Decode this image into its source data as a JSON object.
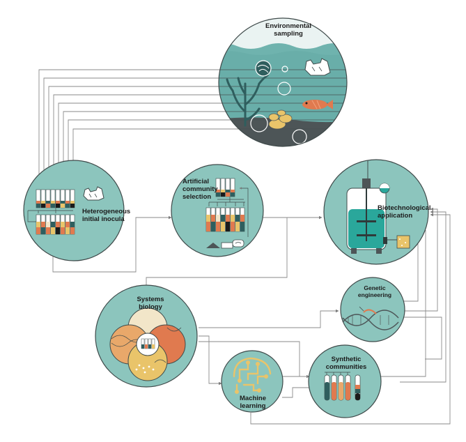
{
  "nodes": {
    "environmental_sampling": {
      "label": [
        "Environmental",
        "sampling"
      ]
    },
    "heterogeneous_inocula": {
      "label": [
        "Heterogeneous",
        "initial inocula"
      ]
    },
    "artificial_selection": {
      "label": [
        "Artificial",
        "community",
        "selection"
      ]
    },
    "biotechnological_application": {
      "label": [
        "Biotechnological",
        "application"
      ]
    },
    "systems_biology": {
      "label": [
        "Systems",
        "biology"
      ]
    },
    "genetic_engineering": {
      "label": [
        "Genetic",
        "engineering"
      ]
    },
    "machine_learning": {
      "label": [
        "Machine",
        "learning"
      ]
    },
    "synthetic_communities": {
      "label": [
        "Synthetic",
        "communities"
      ]
    }
  },
  "colors": {
    "circle_fill": "#8cc5bd",
    "circle_stroke": "#3f4a4a",
    "water": "#6fb3ae",
    "sea_floor": "#4d5557",
    "sea_line": "#465052",
    "connector": "#8a8a8a",
    "accent_orange": "#e07a4f",
    "accent_yellow": "#e9c46a",
    "accent_cream": "#f2e6c9",
    "dark_teal": "#2f5e5e",
    "bioreactor_liquid": "#2aa79b"
  }
}
